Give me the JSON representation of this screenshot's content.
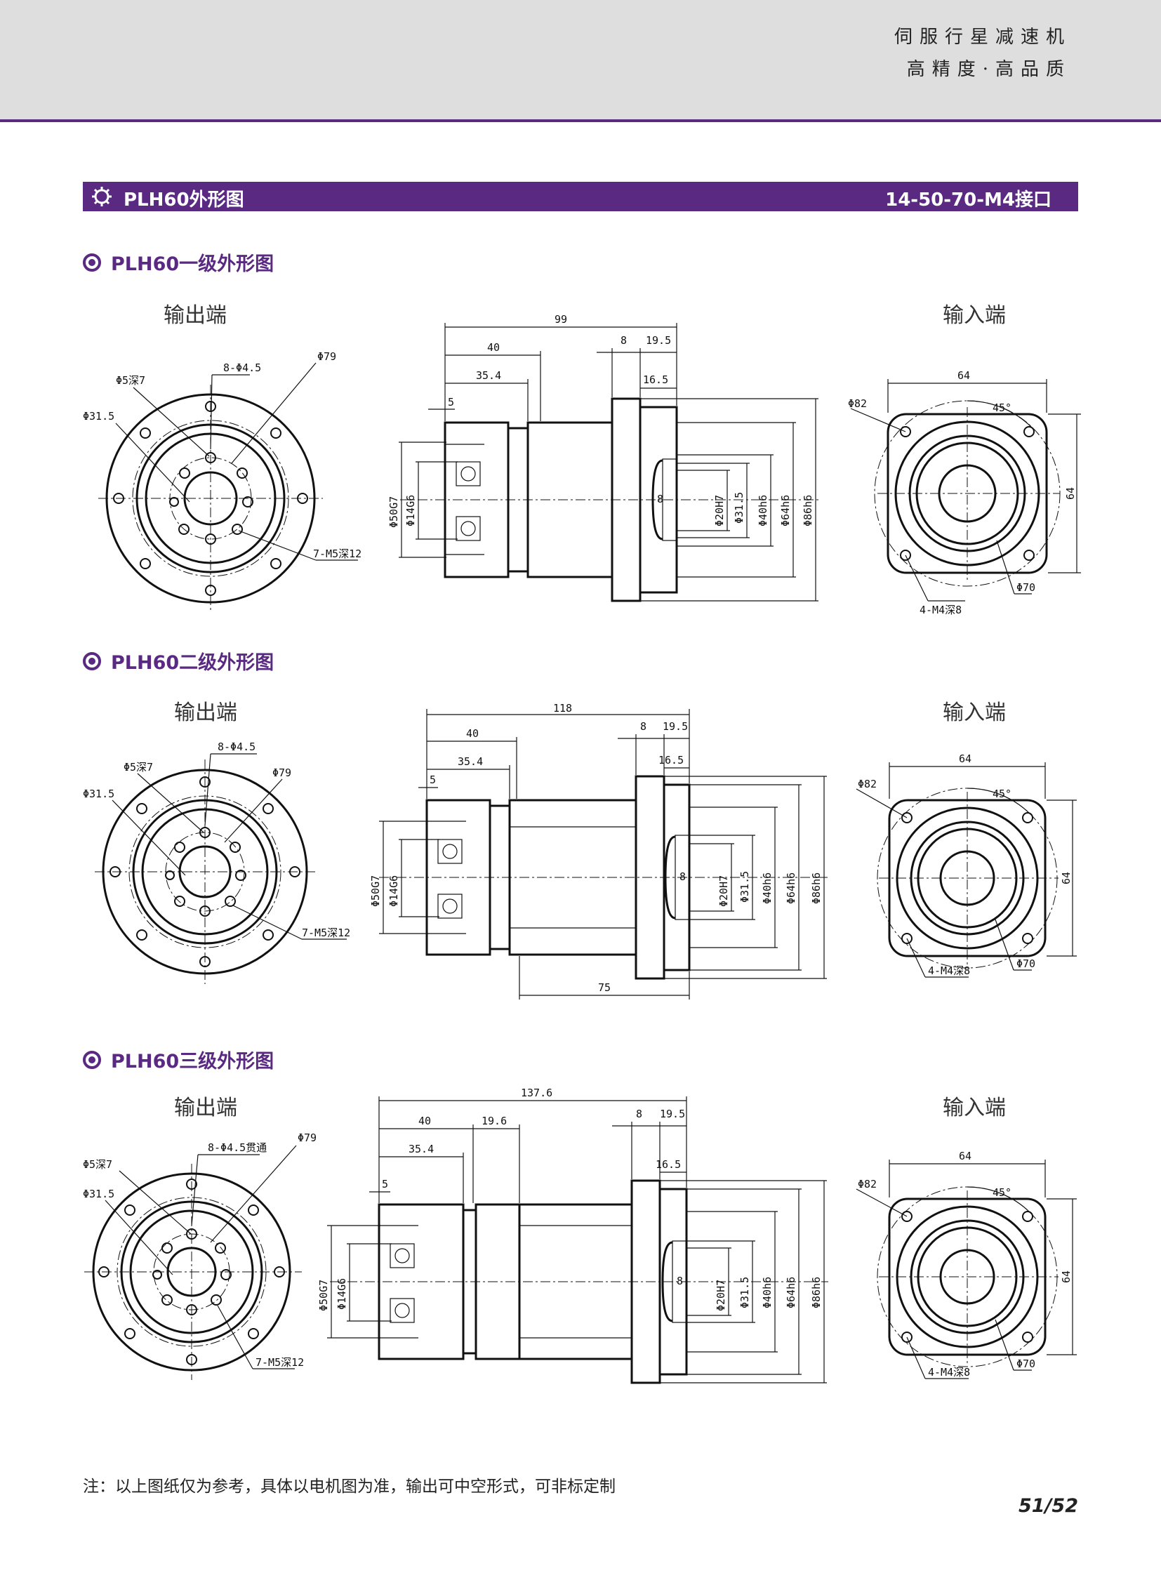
{
  "brand": {
    "line1": "伺服行星减速机",
    "line2": "高精度·高品质"
  },
  "section": {
    "title": "PLH60外形图",
    "interface": "14-50-70-M4接口",
    "icon": "gear-icon"
  },
  "views": {
    "output": "输出端",
    "input": "输入端"
  },
  "stages": [
    {
      "title": "PLH60一级外形图",
      "front": {
        "bolt_holes": "8-Φ4.5",
        "pin_hole": "Φ5深7",
        "pitch": "Φ79",
        "pilot": "Φ31.5",
        "tapped": "7-M5深12"
      },
      "side": {
        "overall": "99",
        "seg1": "40",
        "seg2": "",
        "flange": "8",
        "pilot_len": "19.5",
        "recess": "16.5",
        "shaft_start": "35.4",
        "key_offset": "5",
        "bottom": "",
        "d_shaft": "Φ50G7",
        "d_key": "Φ14G6",
        "d_bore": "Φ20H7",
        "d_pilot": "Φ31.5",
        "d_40": "Φ40h6",
        "d_64": "Φ64h6",
        "d_86": "Φ86h6",
        "key_w": "8"
      },
      "input": {
        "square": "64",
        "square_v": "64",
        "angle": "45°",
        "corner": "Φ82",
        "pcd": "Φ70",
        "tapped": "4-M4深8"
      }
    },
    {
      "title": "PLH60二级外形图",
      "front": {
        "bolt_holes": "8-Φ4.5",
        "pin_hole": "Φ5深7",
        "pitch": "Φ79",
        "pilot": "Φ31.5",
        "tapped": "7-M5深12"
      },
      "side": {
        "overall": "118",
        "seg1": "40",
        "seg2": "",
        "flange": "8",
        "pilot_len": "19.5",
        "recess": "16.5",
        "shaft_start": "35.4",
        "key_offset": "5",
        "bottom": "75",
        "d_shaft": "Φ50G7",
        "d_key": "Φ14G6",
        "d_bore": "Φ20H7",
        "d_pilot": "Φ31.5",
        "d_40": "Φ40h6",
        "d_64": "Φ64h6",
        "d_86": "Φ86h6",
        "key_w": "8"
      },
      "input": {
        "square": "64",
        "square_v": "64",
        "angle": "45°",
        "corner": "Φ82",
        "pcd": "Φ70",
        "tapped": "4-M4深8"
      }
    },
    {
      "title": "PLH60三级外形图",
      "front": {
        "bolt_holes": "8-Φ4.5贯通",
        "pin_hole": "Φ5深7",
        "pitch": "Φ79",
        "pilot": "Φ31.5",
        "tapped": "7-M5深12"
      },
      "side": {
        "overall": "137.6",
        "seg1": "40",
        "seg2": "19.6",
        "flange": "8",
        "pilot_len": "19.5",
        "recess": "16.5",
        "shaft_start": "35.4",
        "key_offset": "5",
        "bottom": "",
        "d_shaft": "Φ50G7",
        "d_key": "Φ14G6",
        "d_bore": "Φ20H7",
        "d_pilot": "Φ31.5",
        "d_40": "Φ40h6",
        "d_64": "Φ64h6",
        "d_86": "Φ86h6",
        "key_w": "8"
      },
      "input": {
        "square": "64",
        "square_v": "64",
        "angle": "45°",
        "corner": "Φ82",
        "pcd": "Φ70",
        "tapped": "4-M4深8"
      }
    }
  ],
  "note": "注：以上图纸仅为参考，具体以电机图为准，输出可中空形式，可非标定制",
  "page": "51/52",
  "colors": {
    "accent": "#5a2a82",
    "band": "#dedede"
  }
}
